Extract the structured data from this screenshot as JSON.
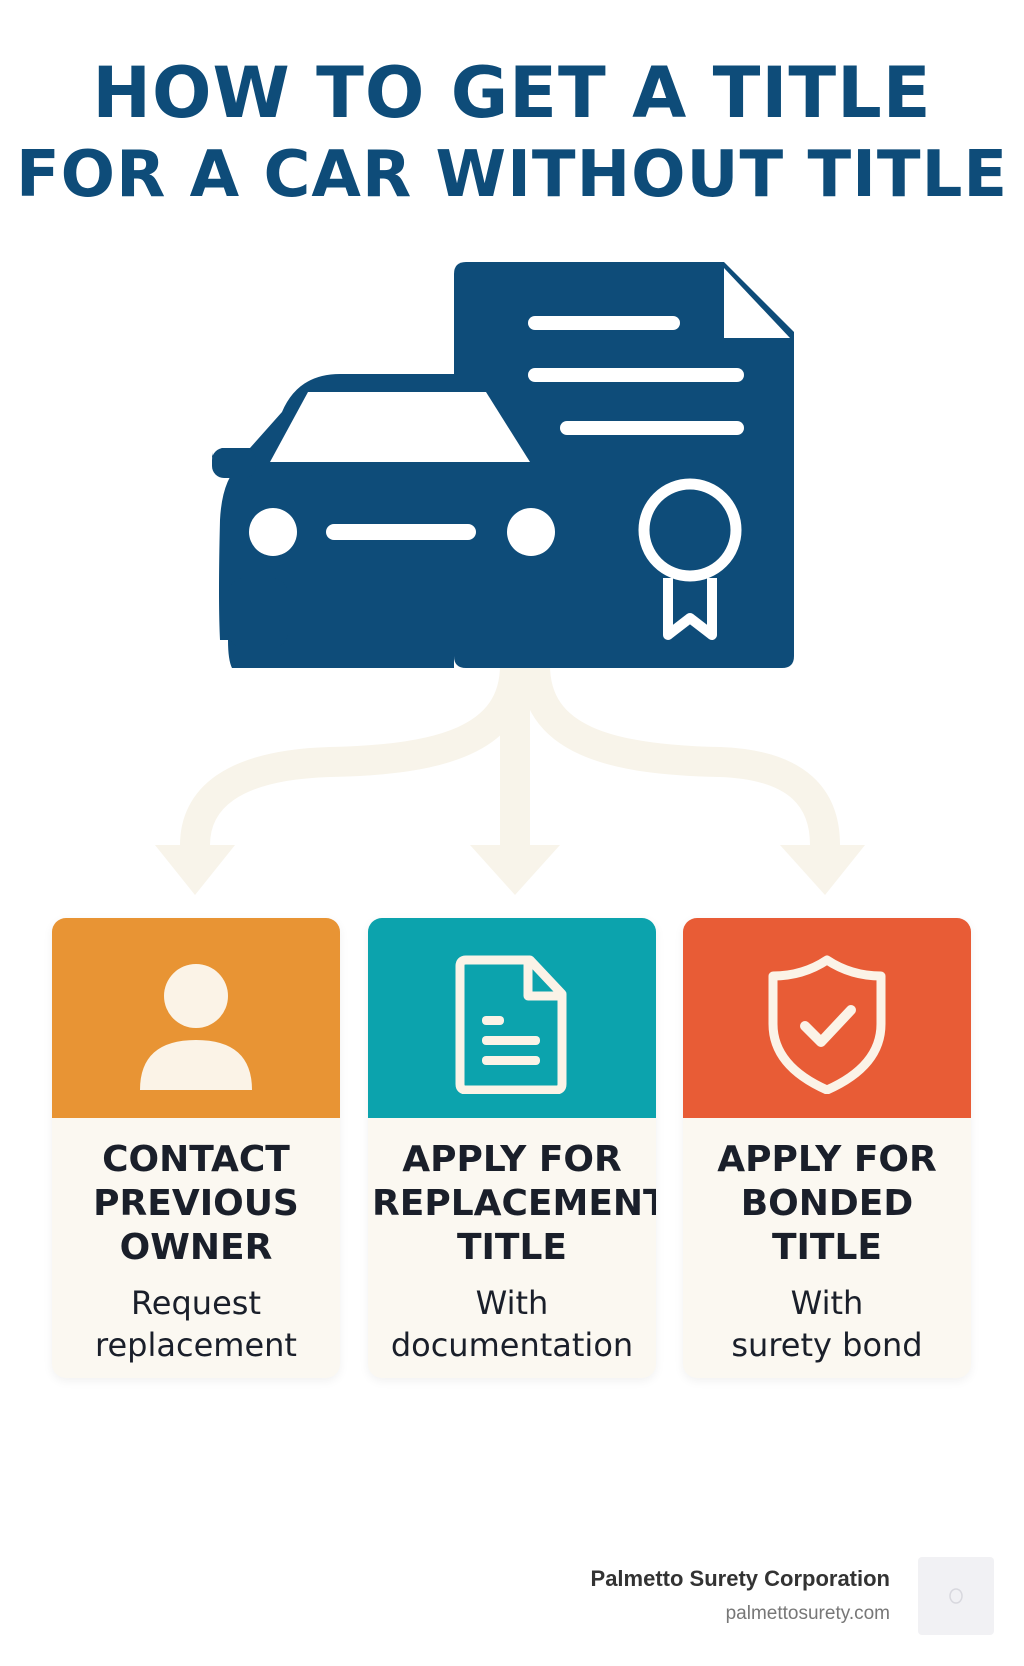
{
  "title": {
    "line1": "HOW TO GET A TITLE",
    "line2": "FOR A CAR WITHOUT TITLE"
  },
  "colors": {
    "primary": "#0e4c79",
    "arrows": "#f8f4ea",
    "card_body": "#fbf8f1",
    "text_dark": "#1a1f2a"
  },
  "hero": {
    "icons": [
      "car-icon",
      "document-icon",
      "award-ribbon-icon"
    ]
  },
  "options": [
    {
      "title": "CONTACT\nPREVIOUS\nOWNER",
      "subtitle": "Request\nreplacement",
      "color": "#e89434",
      "icon": "person-icon"
    },
    {
      "title": "APPLY FOR\nREPLACEMENT\nTITLE",
      "subtitle": "With\ndocumentation",
      "color": "#0ca3ad",
      "icon": "document-icon"
    },
    {
      "title": "APPLY FOR\nBONDED\nTITLE",
      "subtitle": "With\nsurety bond",
      "color": "#e85c36",
      "icon": "shield-check-icon"
    }
  ],
  "footer": {
    "company": "Palmetto Surety Corporation",
    "url": "palmettosurety.com"
  }
}
